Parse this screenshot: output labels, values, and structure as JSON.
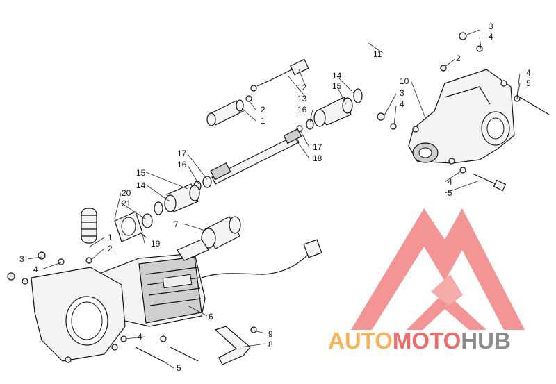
{
  "diagram": {
    "callouts": [
      {
        "id": "c-3a",
        "label": "3"
      },
      {
        "id": "c-4a",
        "label": "4"
      },
      {
        "id": "c-2a",
        "label": "2"
      },
      {
        "id": "c-11",
        "label": "11"
      },
      {
        "id": "c-4b",
        "label": "4"
      },
      {
        "id": "c-5a",
        "label": "5"
      },
      {
        "id": "c-10",
        "label": "10"
      },
      {
        "id": "c-14a",
        "label": "14"
      },
      {
        "id": "c-15a",
        "label": "15"
      },
      {
        "id": "c-12",
        "label": "12"
      },
      {
        "id": "c-13",
        "label": "13"
      },
      {
        "id": "c-3b",
        "label": "3"
      },
      {
        "id": "c-4c",
        "label": "4"
      },
      {
        "id": "c-16a",
        "label": "16"
      },
      {
        "id": "c-2b",
        "label": "2"
      },
      {
        "id": "c-1a",
        "label": "1"
      },
      {
        "id": "c-17a",
        "label": "17"
      },
      {
        "id": "c-18",
        "label": "18"
      },
      {
        "id": "c-17b",
        "label": "17"
      },
      {
        "id": "c-16b",
        "label": "16"
      },
      {
        "id": "c-15b",
        "label": "15"
      },
      {
        "id": "c-14b",
        "label": "14"
      },
      {
        "id": "c-20",
        "label": "20"
      },
      {
        "id": "c-21",
        "label": "21"
      },
      {
        "id": "c-4d",
        "label": "4"
      },
      {
        "id": "c-5b",
        "label": "5"
      },
      {
        "id": "c-7",
        "label": "7"
      },
      {
        "id": "c-1b",
        "label": "1"
      },
      {
        "id": "c-2c",
        "label": "2"
      },
      {
        "id": "c-19",
        "label": "19"
      },
      {
        "id": "c-3c",
        "label": "3"
      },
      {
        "id": "c-4e",
        "label": "4"
      },
      {
        "id": "c-6",
        "label": "6"
      },
      {
        "id": "c-9",
        "label": "9"
      },
      {
        "id": "c-8",
        "label": "8"
      },
      {
        "id": "c-4f",
        "label": "4"
      },
      {
        "id": "c-5c",
        "label": "5"
      }
    ]
  },
  "watermark": {
    "part1": "AUTO",
    "part2": "MOTO",
    "part3": "HUB",
    "colors": {
      "orange": "#f7b15a",
      "red": "#f26b6b",
      "gray": "#8c8c8c",
      "triangle": "#f27a7a"
    }
  }
}
